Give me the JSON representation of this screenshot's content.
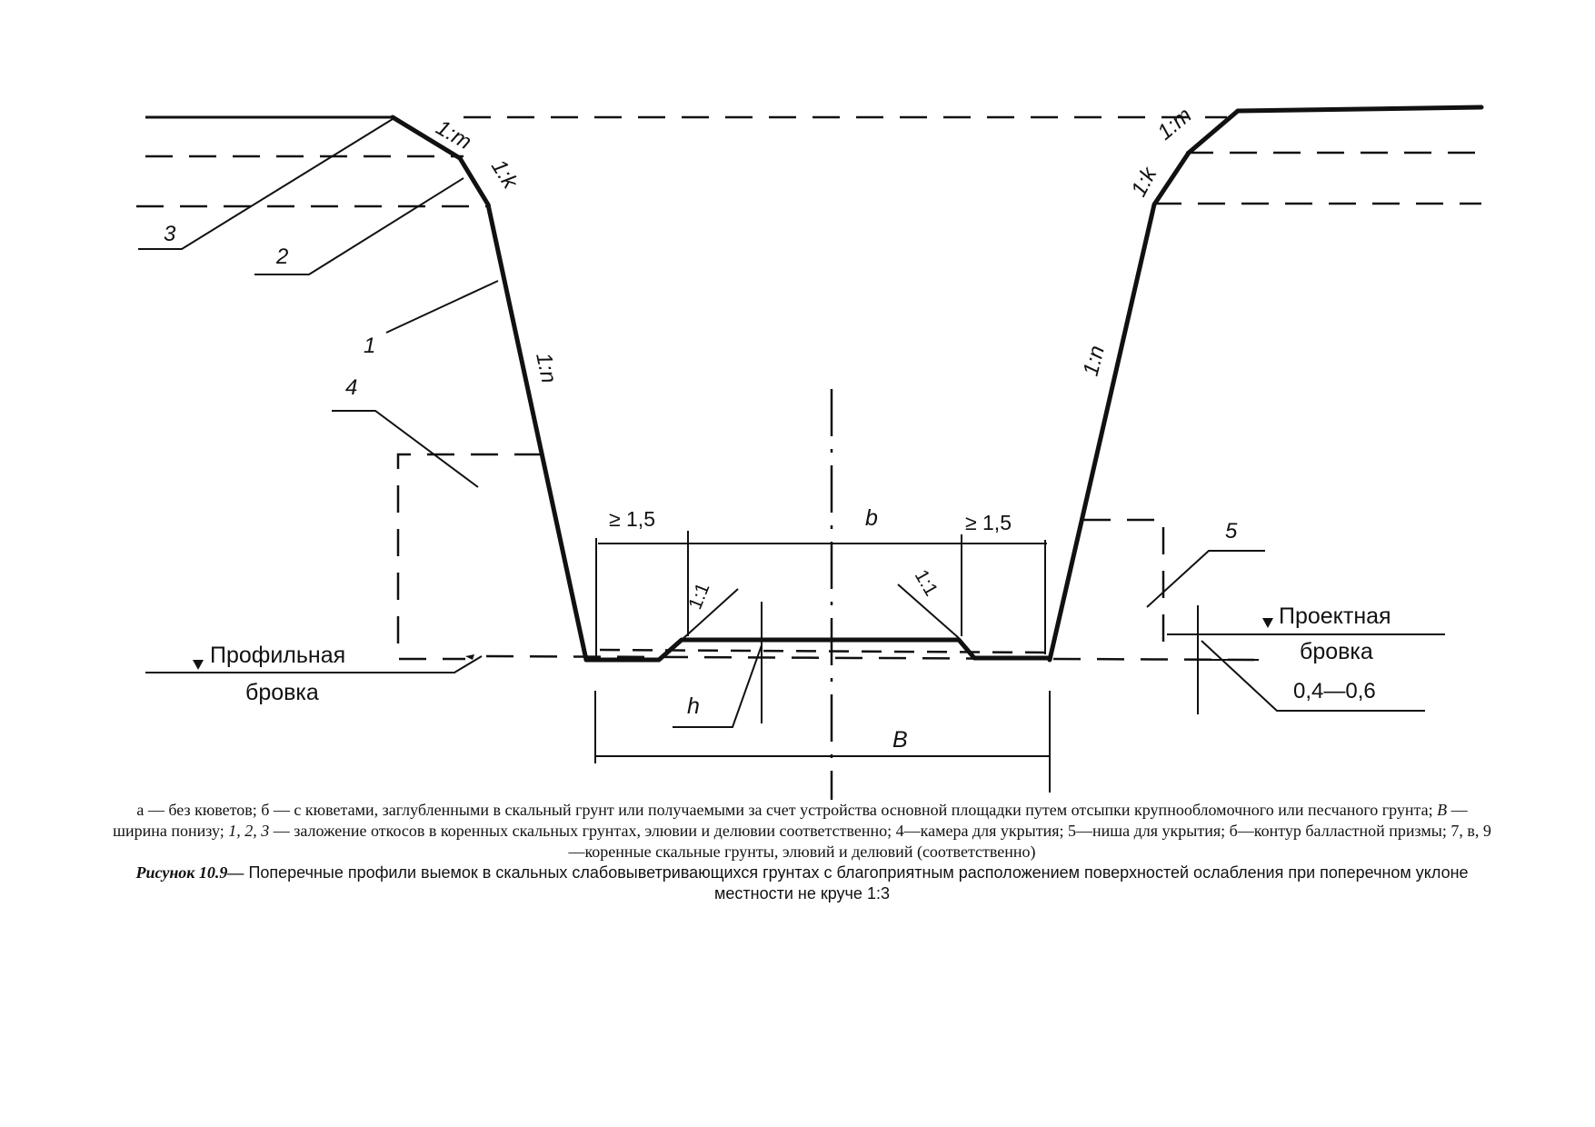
{
  "diagram": {
    "labels": {
      "slope_m_left": "1:m",
      "slope_k_left": "1:k",
      "slope_n_left": "1:n",
      "slope_m_right": "1:m",
      "slope_k_right": "1:k",
      "slope_n_right": "1:n",
      "leader_3": "3",
      "leader_2": "2",
      "leader_1": "1",
      "leader_4": "4",
      "leader_5": "5",
      "berm_left": "≥ 1,5",
      "berm_right": "≥ 1,5",
      "width_b": "b",
      "width_B": "B",
      "height_h": "h",
      "ditch_slope_left": "1:1",
      "ditch_slope_right": "1:1",
      "profile_edge_line1": "Профильная",
      "profile_edge_line2": "бровка",
      "design_edge_line1": "Проектная",
      "design_edge_line2": "бровка",
      "niche_size": "0,4—0,6"
    }
  },
  "caption": {
    "legend_a": "а — без кюветов; б — с кюветами, заглубленными в скальный грунт или получаемыми за счет устройства основной площадки путем отсыпки крупнообломочного или песчаного грунта; ",
    "legend_B_symbol": "B",
    "legend_B_text": " — ширина понизу; ",
    "legend_123_symbols": "1, 2, 3",
    "legend_rest": " — заложение откосов в коренных скальных грунтах, элювии и делювии соответственно; 4—камера для укрытия; 5—ниша для укрытия; б—контур балластной призмы; 7, в, 9—коренные скальные грунты, элювий и делювий (соответственно)",
    "figure_label": "Рисунок 10.9—",
    "figure_title": " Поперечные профили выемок в скальных слабовыветривающихся грунтах с благоприятным расположением поверхностей ослабления при поперечном уклоне местности не круче 1:3"
  }
}
